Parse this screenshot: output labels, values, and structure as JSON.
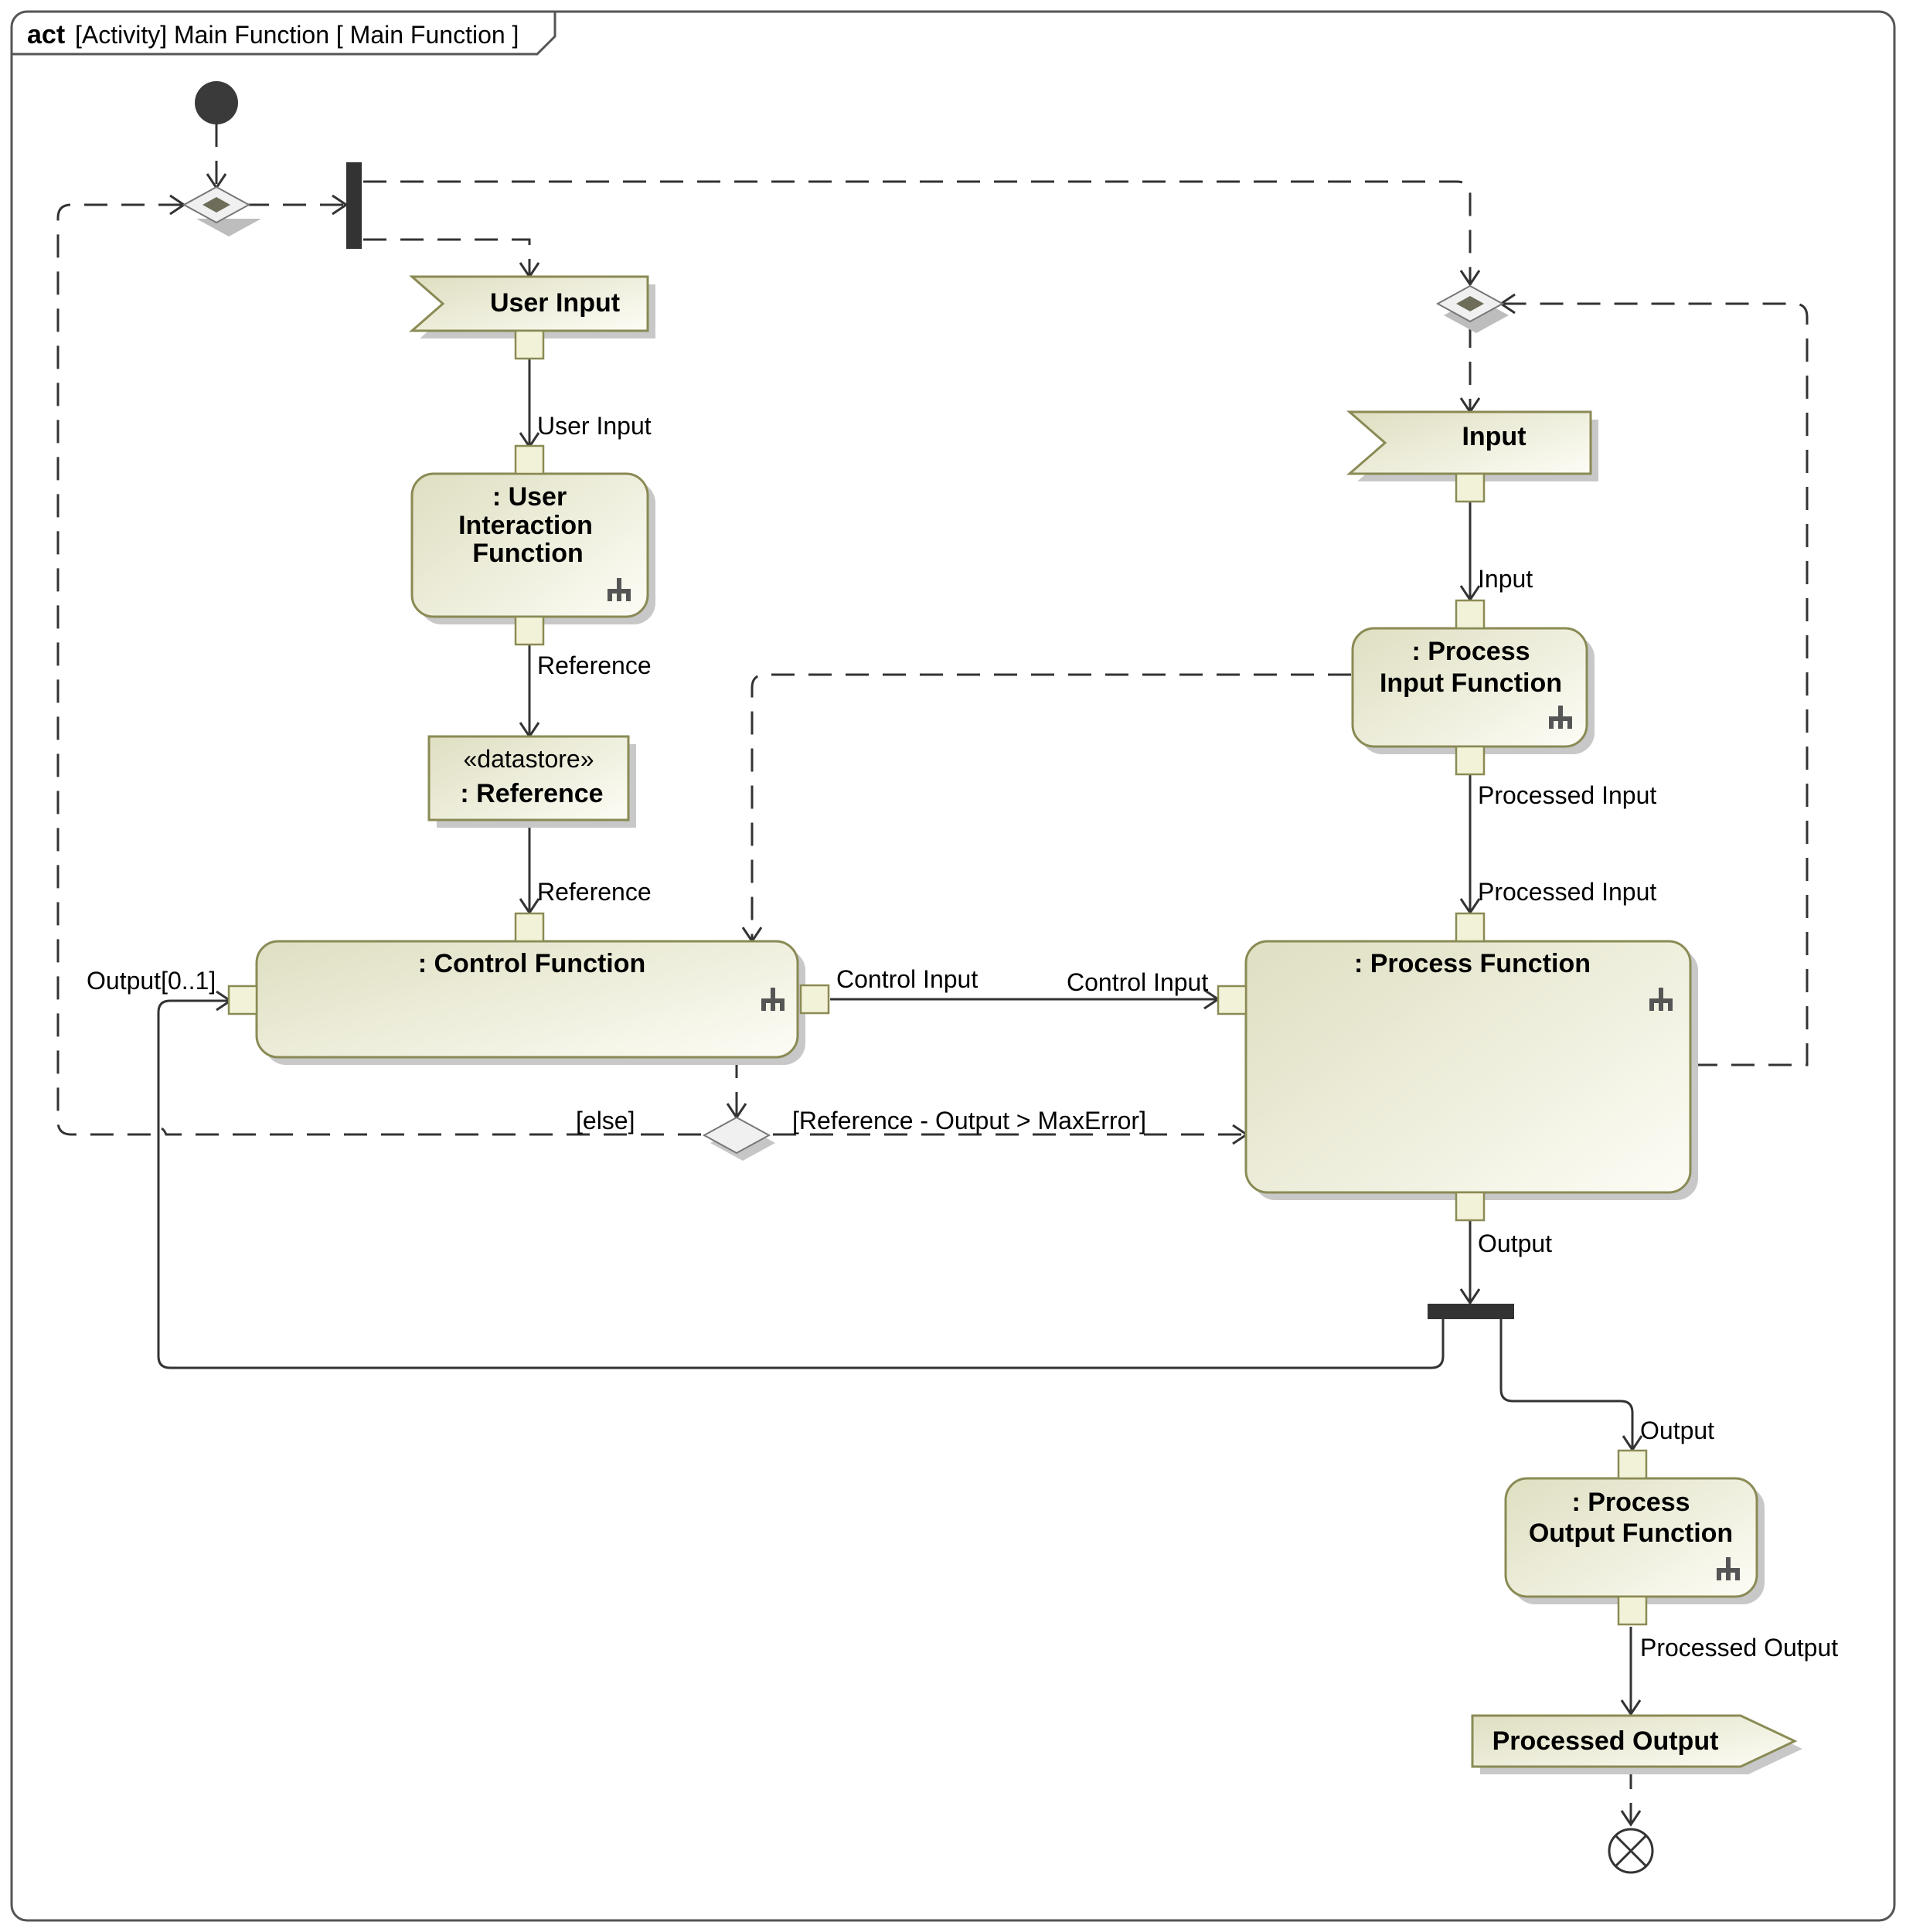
{
  "frame": {
    "keyword": "act",
    "title": "[Activity] Main Function [ Main Function ]"
  },
  "nodes": {
    "user_input_event": "User Input",
    "input_event": "Input",
    "user_interaction_fn": [
      ": User",
      "Interaction",
      "Function"
    ],
    "process_input_fn": [
      ": Process",
      "Input Function"
    ],
    "datastore_stereotype": "«datastore»",
    "datastore_name": ": Reference",
    "control_fn": ": Control Function",
    "process_fn": ": Process Function",
    "process_output_fn": [
      ": Process",
      "Output Function"
    ],
    "processed_output_signal": "Processed Output"
  },
  "pins": {
    "user_input_in": "User Input",
    "reference_out": "Reference",
    "reference_in": "Reference",
    "input_in": "Input",
    "processed_input_out": "Processed Input",
    "processed_input_in": "Processed Input",
    "output_loop": "Output[0..1]",
    "control_input_out": "Control Input",
    "control_input_in": "Control Input",
    "output_out": "Output",
    "output_in": "Output",
    "processed_output_out": "Processed Output"
  },
  "guards": {
    "else": "[else]",
    "condition": "[Reference - Output > MaxError]"
  },
  "icons": {
    "rake": "rake-icon"
  },
  "colors": {
    "node_fill_light": "#fbfbf3",
    "node_fill_dark": "#e0e0c4",
    "node_border": "#8a8a55",
    "bar": "#333333"
  }
}
